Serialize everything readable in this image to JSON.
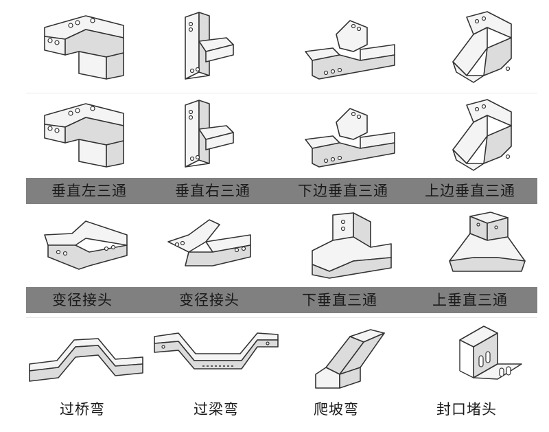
{
  "rows": [
    {
      "labels": []
    },
    {
      "labels": [
        "垂直左三通",
        "垂直右三通",
        "下边垂直三通",
        "上边垂直三通"
      ]
    },
    {
      "labels": [
        "变径接头",
        "变径接头",
        "下垂直三通",
        "上垂直三通"
      ]
    },
    {
      "labels": [
        "过桥弯",
        "过梁弯",
        "爬坡弯",
        "封口堵头"
      ]
    }
  ],
  "colors": {
    "band": "#808080",
    "text": "#1a1a1a",
    "line": "#333333"
  }
}
